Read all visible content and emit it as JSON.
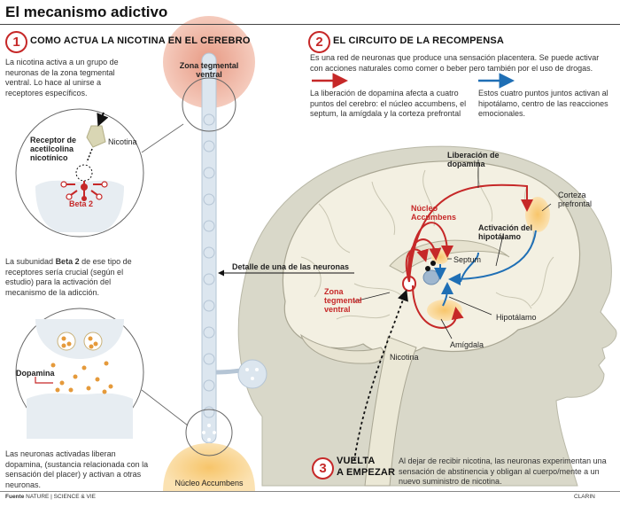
{
  "title": "El mecanismo adictivo",
  "section1": {
    "number": "1",
    "heading": "COMO ACTUA LA NICOTINA EN EL CEREBRO",
    "intro": "La nicotina activa a un grupo de neuronas de la zona tegmental ventral. Lo hace al unirse a receptores específicos.",
    "nicotina_label": "Nicotina",
    "receptor_label": "Receptor de acetilcolina nicotínico",
    "beta2_label": "Beta 2",
    "beta2_text_pre": "La subunidad ",
    "beta2_text_bold": "Beta 2",
    "beta2_text_post": " de ese tipo de receptores sería crucial (según el estudio) para la activación del mecanismo de la adicción.",
    "dopamina_label": "Dopamina",
    "dopamina_text": "Las neuronas activadas liberan dopamina, (sustancia relacionada con la sensación del placer) y activan a otras neuronas.",
    "zona_top_label": "Zona tegmental ventral",
    "nucleo_bottom_label": "Núcleo Accumbens",
    "detalle_label": "Detalle de una de las neuronas"
  },
  "section2": {
    "number": "2",
    "heading": "EL CIRCUITO DE LA RECOMPENSA",
    "intro": "Es una red de neuronas que produce una sensación placentera. Se puede activar con acciones naturales como comer o beber pero también por el uso de drogas.",
    "red_legend": "La liberación de dopamina afecta a cuatro puntos del cerebro: el núcleo accumbens, el septum, la amígdala y la corteza prefrontal",
    "blue_legend": "Estos cuatro puntos juntos activan al hipotálamo, centro de las reacciones emocionales.",
    "liberacion_label": "Liberación de dopamina",
    "corteza_label": "Corteza prefrontal",
    "nucleo_label": "Núcleo Accumbens",
    "activacion_label": "Activación del hipotálamo",
    "septum_label": "Septum",
    "zona_label": "Zona tegmental ventral",
    "hipotalamo_label": "Hipotálamo",
    "amigdala_label": "Amígdala",
    "nicotina_label": "Nicotina",
    "colors": {
      "red": "#c62828",
      "blue": "#1f6fb5"
    }
  },
  "section3": {
    "number": "3",
    "heading_line1": "VUELTA",
    "heading_line2": "A EMPEZAR",
    "text": "Al dejar de recibir nicotina, las neuronas experimentan una sensación de abstinencia y obligan al cuerpo/mente a un nuevo suministro de nicotina."
  },
  "footer": {
    "source_bold": "Fuente",
    "source": "NATURE | SCIENCE & VIE",
    "credit": "CLARIN"
  }
}
